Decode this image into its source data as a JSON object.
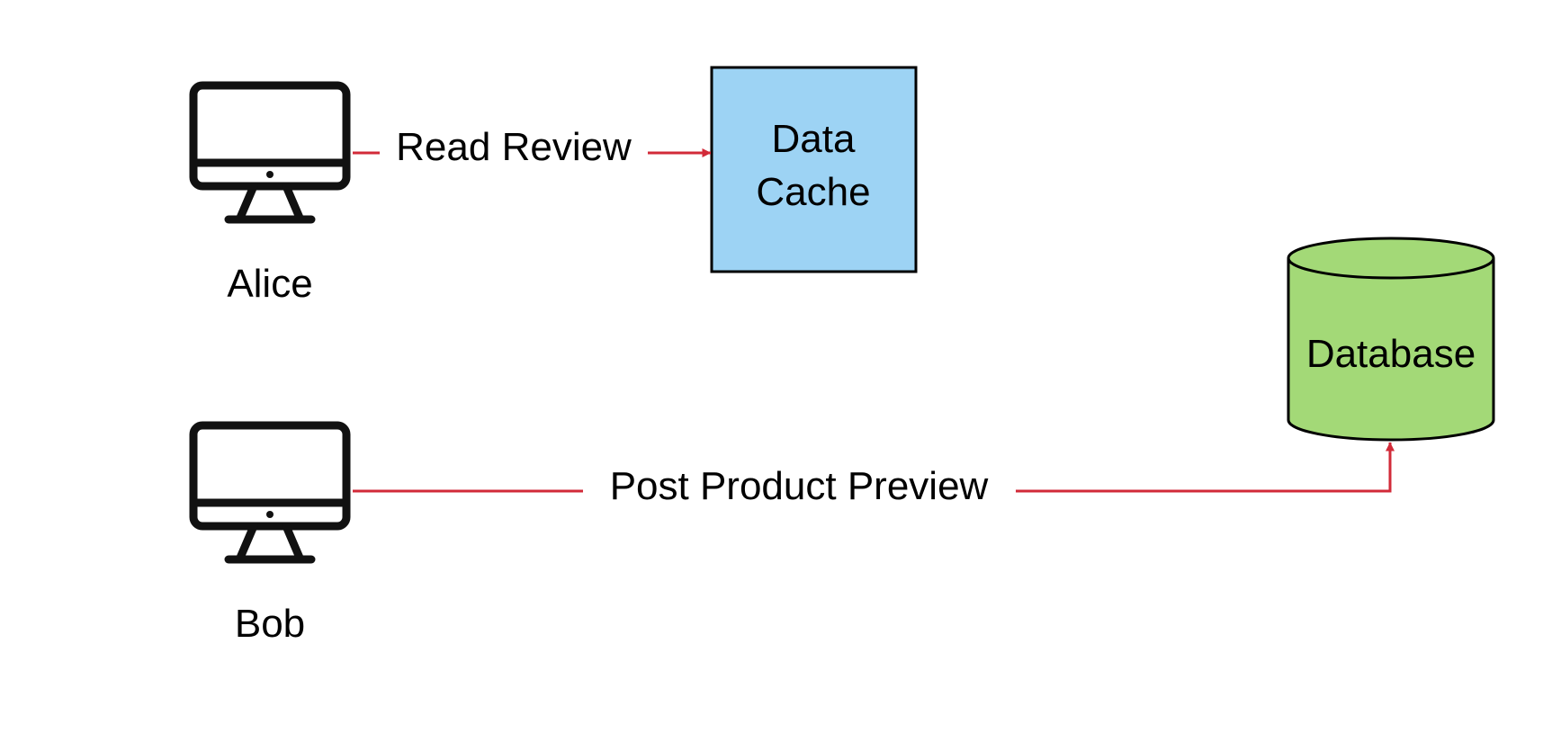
{
  "colors": {
    "edge": "#d22a38",
    "cache_fill": "#9dd3f4",
    "database_fill": "#a3d977",
    "stroke": "#000000",
    "icon": "#111111"
  },
  "nodes": {
    "alice": {
      "label": "Alice",
      "icon": "desktop-monitor-icon"
    },
    "bob": {
      "label": "Bob",
      "icon": "desktop-monitor-icon"
    },
    "cache": {
      "line1": "Data",
      "line2": "Cache"
    },
    "database": {
      "label": "Database"
    }
  },
  "edges": {
    "read_review": {
      "label": "Read Review"
    },
    "post_product_preview": {
      "label": "Post Product Preview"
    }
  }
}
